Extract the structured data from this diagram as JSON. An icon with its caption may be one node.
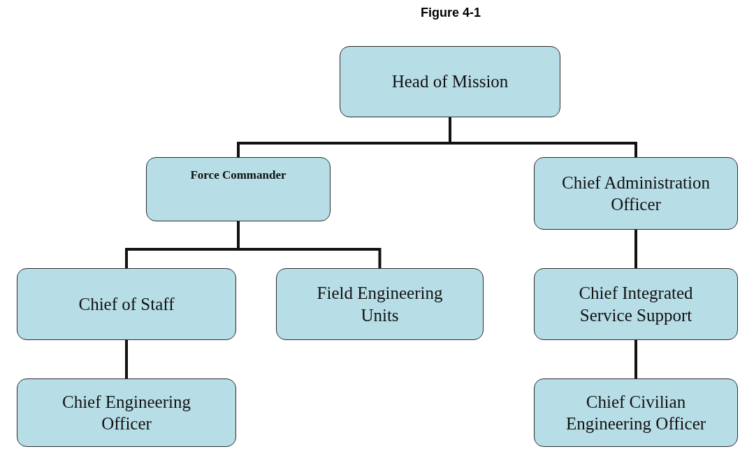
{
  "diagram": {
    "title": "Figure 4-1",
    "nodes": [
      {
        "text": [
          "Head of Mission"
        ]
      },
      {
        "text": [
          "Force Commander"
        ]
      },
      {
        "text": [
          "Chief Administration Officer"
        ]
      },
      {
        "text": [
          "Chief of Staff"
        ]
      },
      {
        "text": [
          "Field Engineering Units"
        ]
      },
      {
        "text": [
          "Chief Integrated Service Support"
        ]
      },
      {
        "text": [
          "Chief Engineering Officer"
        ]
      },
      {
        "text": [
          "Chief Civilian Engineering Officer"
        ]
      }
    ],
    "edges": [
      {
        "from": 0,
        "to": 1,
        "arrow": "none"
      },
      {
        "from": 0,
        "to": 2,
        "arrow": "none"
      },
      {
        "from": 1,
        "to": 3,
        "arrow": "none"
      },
      {
        "from": 1,
        "to": 4,
        "arrow": "none"
      },
      {
        "from": 3,
        "to": 6,
        "arrow": "none"
      },
      {
        "from": 2,
        "to": 5,
        "arrow": "none"
      },
      {
        "from": 5,
        "to": 7,
        "arrow": "none"
      }
    ]
  }
}
